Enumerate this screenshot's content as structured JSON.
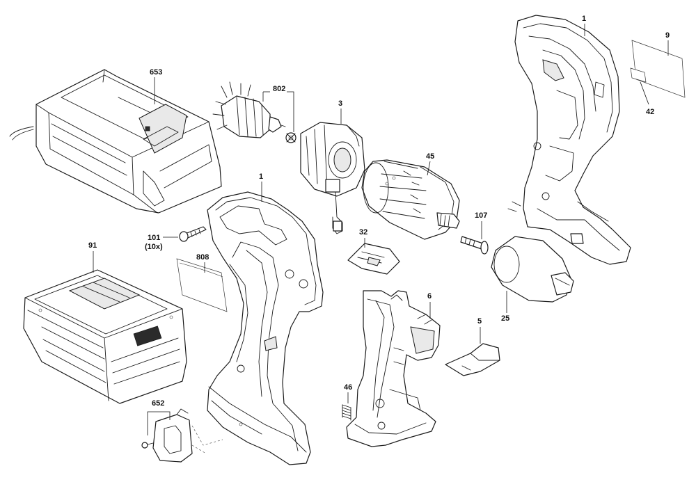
{
  "callouts": {
    "p1_right": "1",
    "p9": "9",
    "p42": "42",
    "p653": "653",
    "p802": "802",
    "p3": "3",
    "p45": "45",
    "p1_left": "1",
    "p101": "101",
    "p101_qty": "(10x)",
    "p808": "808",
    "p91": "91",
    "p32": "32",
    "p107": "107",
    "p6": "6",
    "p25": "25",
    "p5": "5",
    "p46": "46",
    "p652": "652"
  }
}
